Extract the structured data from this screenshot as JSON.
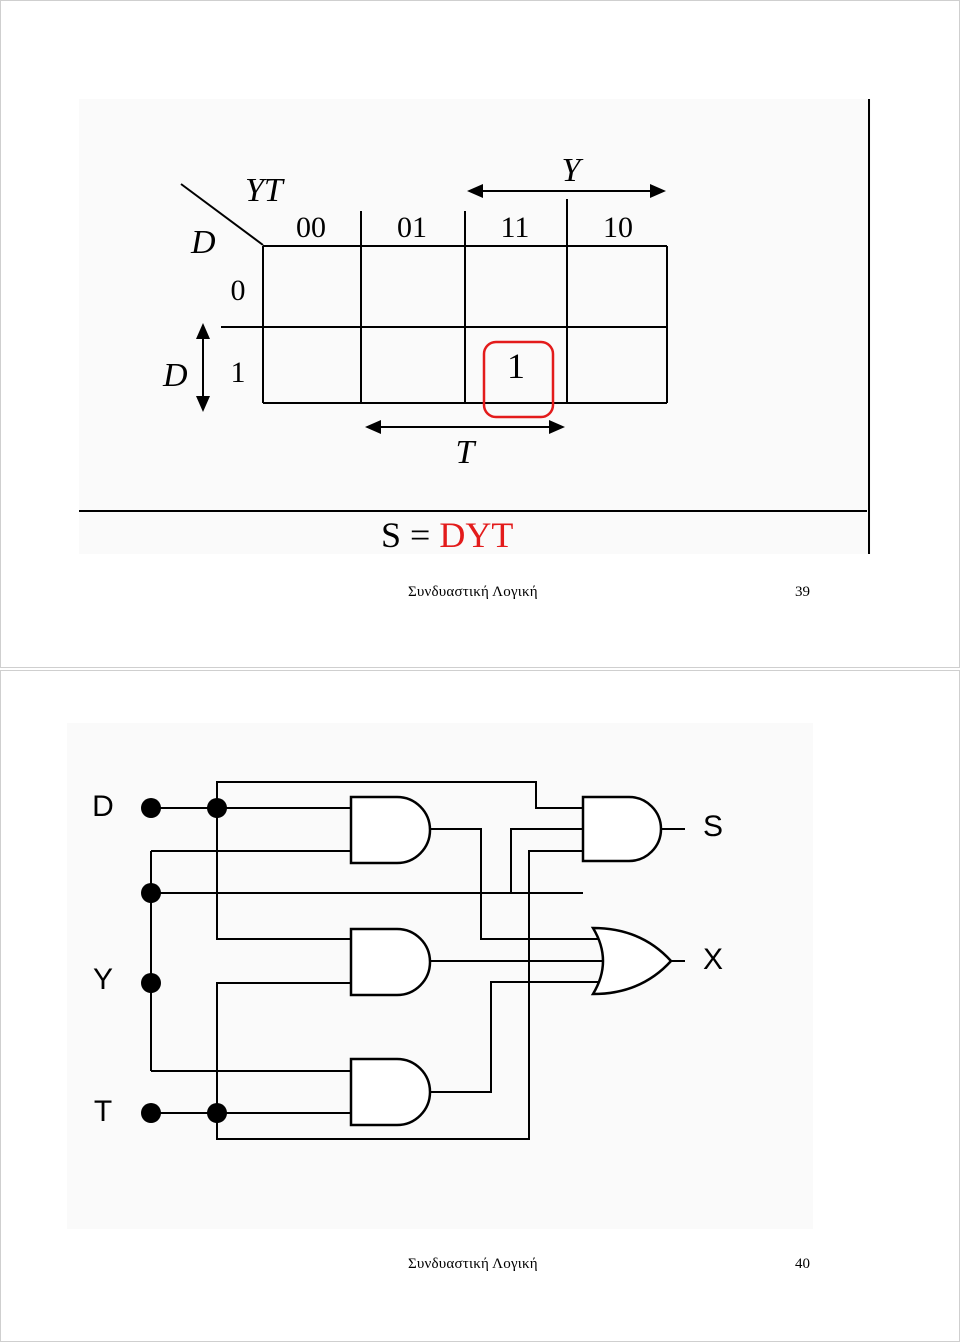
{
  "slide1": {
    "kmap": {
      "corner_row_var": "D",
      "corner_col_var": "YT",
      "col_headers": [
        "00",
        "01",
        "11",
        "10"
      ],
      "row_headers": [
        "0",
        "1"
      ],
      "cells": [
        [
          "",
          "",
          "",
          ""
        ],
        [
          "",
          "",
          "1",
          ""
        ]
      ],
      "row_group_label": "D",
      "col_group_top_label": "Y",
      "col_group_bottom_label": "T"
    },
    "equation": {
      "lhs": "S = ",
      "rhs": "DYT",
      "rhs_color": "#e31b1b"
    },
    "footer": {
      "title": "Συνδυαστική Λογική",
      "page": "39"
    }
  },
  "slide2": {
    "circuit": {
      "inputs": [
        "D",
        "Y",
        "T"
      ],
      "outputs": [
        "S",
        "X"
      ]
    },
    "footer": {
      "title": "Συνδυαστική Λογική",
      "page": "40"
    }
  },
  "colors": {
    "highlight": "#e31b1b",
    "diagram_bg": "#fafafa"
  }
}
